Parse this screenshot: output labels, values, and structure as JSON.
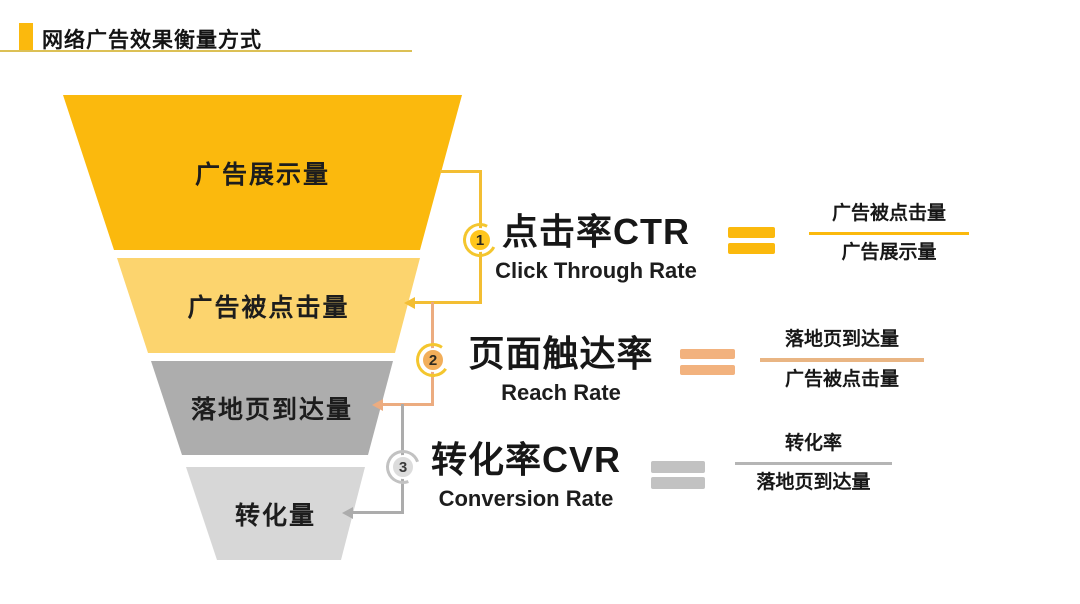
{
  "slide": {
    "title": "网络广告效果衡量方式"
  },
  "palette": {
    "gold": "#FBB90D",
    "light_gold": "#FCD46E",
    "gray_dark": "#ADADAD",
    "gray_light": "#D7D7D7",
    "peach": "#F2B27E",
    "gray_equals": "#C2C2C2"
  },
  "funnel": {
    "levels": [
      {
        "id": "impressions",
        "label": "广告展示量",
        "color": "#FBB90D"
      },
      {
        "id": "clicks",
        "label": "广告被点击量",
        "color": "#FCD46E"
      },
      {
        "id": "landing",
        "label": "落地页到达量",
        "color": "#ADADAD"
      },
      {
        "id": "conversions",
        "label": "转化量",
        "color": "#D7D7D7"
      }
    ]
  },
  "metrics": [
    {
      "step": "1",
      "title_cn": "点击率CTR",
      "title_en": "Click Through Rate",
      "accent": "#FBB90D",
      "formula": {
        "numerator": "广告被点击量",
        "denominator": "广告展示量"
      }
    },
    {
      "step": "2",
      "title_cn": "页面触达率",
      "title_en": "Reach Rate",
      "accent": "#F2B27E",
      "formula": {
        "numerator": "落地页到达量",
        "denominator": "广告被点击量"
      }
    },
    {
      "step": "3",
      "title_cn": "转化率CVR",
      "title_en": "Conversion Rate",
      "accent": "#C2C2C2",
      "formula": {
        "numerator": "转化率",
        "denominator": "落地页到达量"
      }
    }
  ]
}
